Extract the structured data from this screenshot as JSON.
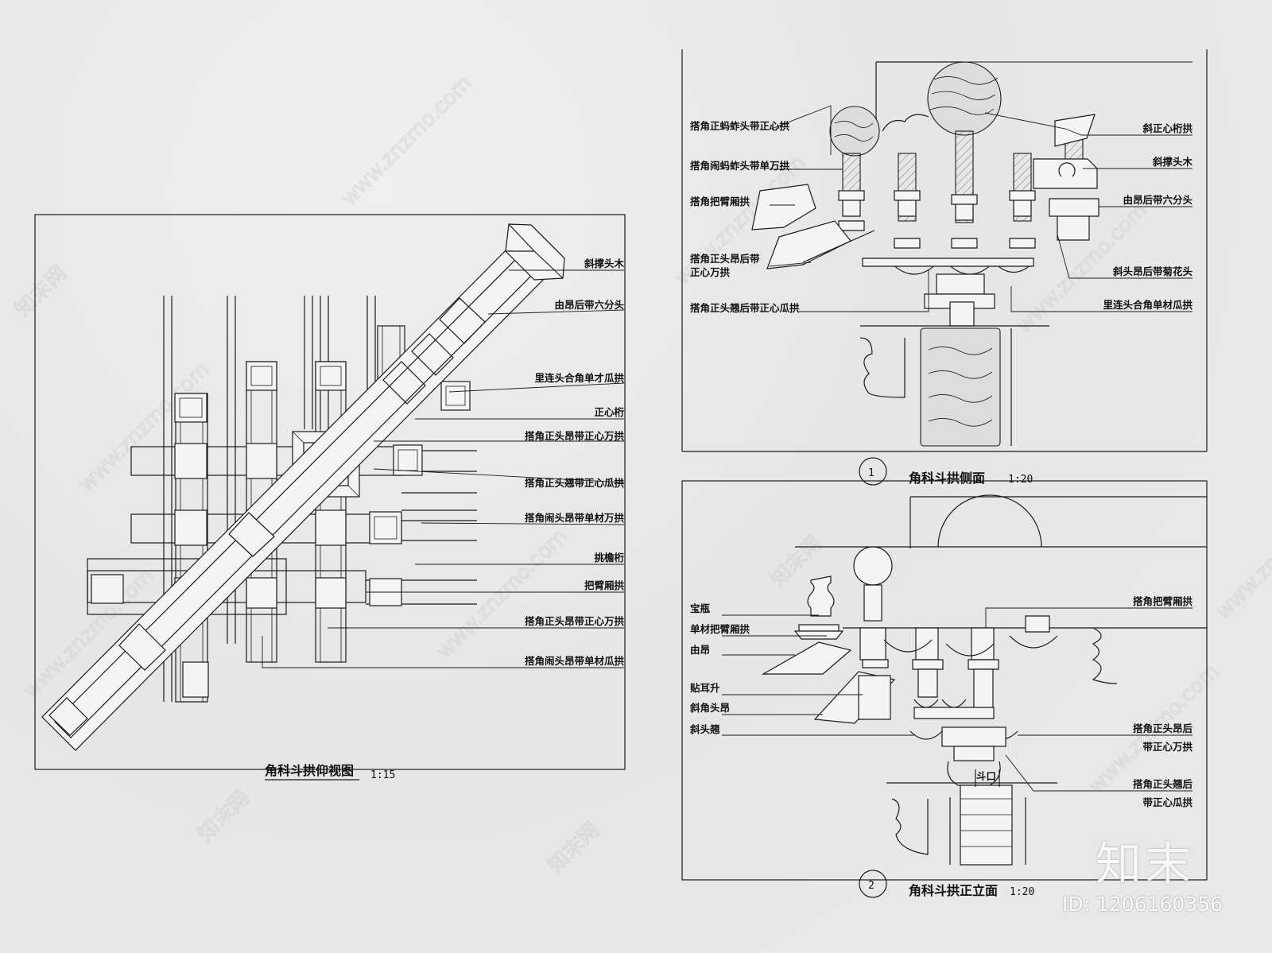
{
  "plan": {
    "title": "角科斗拱仰视图",
    "scale": "1:15",
    "labels": [
      "斜撑头木",
      "由昂后带六分头",
      "里连头合角单才瓜拱",
      "正心桁",
      "搭角正头昂带正心万拱",
      "搭角正头翘带正心瓜拱",
      "搭角闹头昂带单材万拱",
      "挑檐桁",
      "把臂厢拱",
      "搭角正头昂带正心万拱",
      "搭角闹头昂带单材瓜拱"
    ]
  },
  "side": {
    "number": "1",
    "title": "角科斗拱侧面",
    "scale": "1:20",
    "left_labels": [
      "搭角正蚂蚱头带正心拱",
      "搭角闹蚂蚱头带单万拱",
      "搭角把臂厢拱",
      "搭角正头昂后带",
      "正心万拱",
      "搭角正头翘后带正心瓜拱"
    ],
    "right_labels": [
      "斜正心桁拱",
      "斜撑头木",
      "由昂后带六分头",
      "斜头昂后带菊花头",
      "里连头合角单材瓜拱"
    ]
  },
  "front": {
    "number": "2",
    "title": "角科斗拱正立面",
    "scale": "1:20",
    "left_labels": [
      "宝瓶",
      "单材把臂厢拱",
      "由昂",
      "贴耳升",
      "斜角头昂",
      "斜头翘"
    ],
    "right_labels": [
      "搭角把臂厢拱",
      "搭角正头昂后",
      "带正心万拱",
      "搭角正头翘后",
      "带正心瓜拱"
    ],
    "dou_label": "斗口"
  },
  "watermark": {
    "text": "www.znzmo.com",
    "brand": "知末",
    "brand_site": "知末网",
    "id": "ID: 1206160356"
  }
}
